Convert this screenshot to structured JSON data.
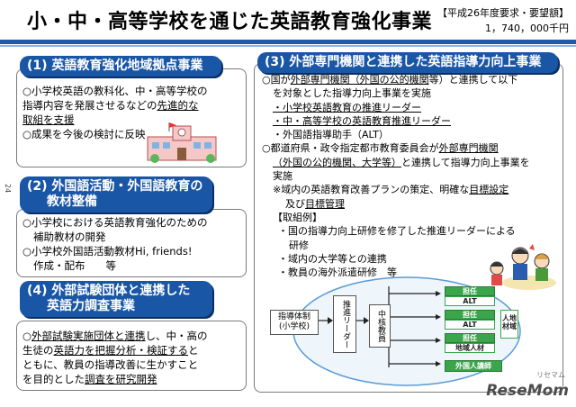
{
  "header": {
    "title": "小・中・高等学校を通じた英語教育強化事業",
    "budget_label": "【平成26年度要求・要望額】",
    "budget_amount": "1，740，000千円"
  },
  "section1": {
    "heading": "(1) 英語教育強化地域拠点事業",
    "lines": [
      "○小学校英語の教科化、中・高等学校の",
      "指導内容を発展させるなどの先進的な",
      "取組を支援",
      "○成果を今後の検討に反映"
    ]
  },
  "section2": {
    "heading_line1": "(2) 外国語活動・外国語教育の",
    "heading_line2": "教材整備",
    "lines": [
      "○小学校における英語教育強化のための",
      "補助教材の開発",
      "○小学校外国語活動教材Hi, friends!",
      "作成・配布　　等"
    ]
  },
  "section4": {
    "heading_line1": "(4) 外部試験団体と連携した",
    "heading_line2": "英語力調査事業",
    "lines": [
      "○外部試験実施団体と連携し、中・高の",
      "生徒の英語力を把握分析・検証すると",
      "ともに、教員の指導改善に生かすこと",
      "を目的とした調査を研究開発"
    ]
  },
  "section3": {
    "heading": "(3) 外部専門機関と連携した英語指導力向上事業",
    "lines": [
      "○国が外部専門機関（外国の公的機関等）と連携して以下",
      "を対象とした指導力向上事業を実施",
      "・小学校英語教育の推進リーダー",
      "・中・高等学校の英語教育推進リーダー",
      "・外国語指導助手（ALT）",
      "○都道府県・政令指定都市教育委員会が外部専門機関",
      "（外国の公的機関、大学等）と連携して指導力向上事業を",
      "実施",
      "※域内の英語教育改善プランの策定、明確な目標設定",
      "及び目標管理",
      "【取組例】",
      "・国の指導力向上研修を修了した推進リーダーによる",
      "研修",
      "・域内の大学等との連携",
      "・教員の海外派遣研修　等"
    ]
  },
  "diagram": {
    "system_label_line1": "指導体制",
    "system_label_line2": "(小学校)",
    "leader_label": "推進リーダー",
    "core_label": "中核教員",
    "local_label": "人地\n材域",
    "boxes": [
      {
        "top": "担任",
        "bottom": "ALT"
      },
      {
        "top": "担任",
        "bottom": "ALT"
      },
      {
        "top": "担任",
        "bottom": "地域人材"
      }
    ],
    "foreign_teacher": "外国人講師"
  },
  "side_number": "24",
  "watermark": "ReseMom",
  "watermark_small": "リセマム"
}
